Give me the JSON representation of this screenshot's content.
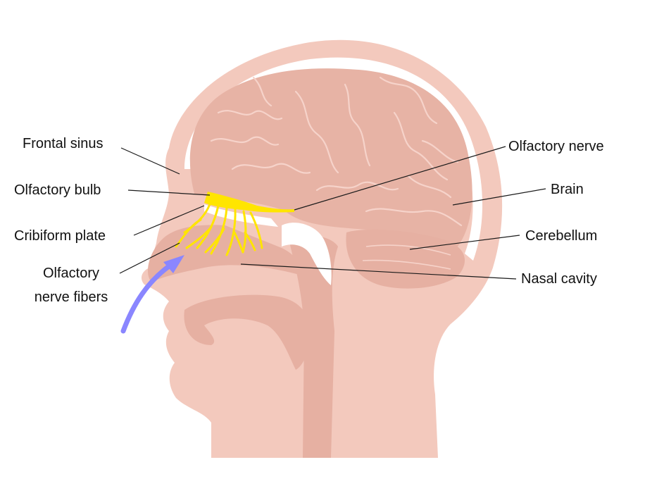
{
  "labels": {
    "frontal_sinus": "Frontal sinus",
    "olfactory_bulb": "Olfactory bulb",
    "cribiform_plate": "Cribiform plate",
    "olfactory_nerve_fibers_line1": "Olfactory",
    "olfactory_nerve_fibers_line2": "nerve fibers",
    "olfactory_nerve": "Olfactory nerve",
    "brain": "Brain",
    "cerebellum": "Cerebellum",
    "nasal_cavity": "Nasal cavity"
  },
  "colors": {
    "skin": "#f3c9bd",
    "tissue": "#e6b0a2",
    "tissue_dark": "#dca596",
    "brain": "#e7b3a5",
    "gyri_lines": "#f6d3ca",
    "nerve": "#ffe500",
    "airflow_arrow": "#8a86ff",
    "leader_line": "#1a1a1a"
  },
  "icons": {
    "airflow": "airflow-arrow-icon"
  }
}
